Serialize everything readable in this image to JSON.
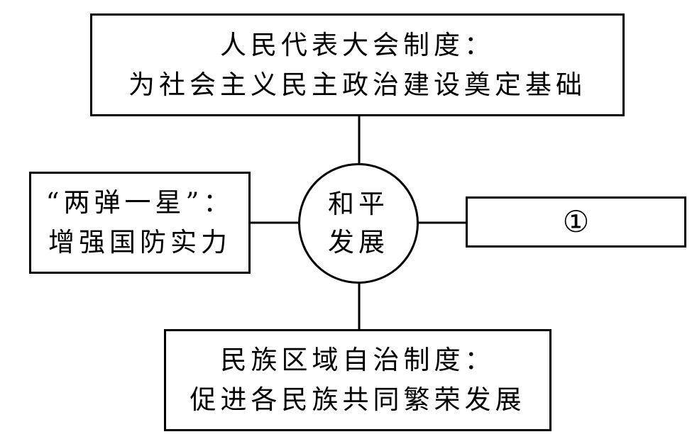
{
  "diagram": {
    "center": {
      "lines": [
        "和平",
        "发展"
      ]
    },
    "nodes": {
      "top": {
        "lines": [
          "人民代表大会制度：",
          "为社会主义民主政治建设奠定基础"
        ]
      },
      "left": {
        "lines": [
          "“两弹一星”：",
          "增强国防实力"
        ]
      },
      "right": {
        "lines": [
          "①"
        ]
      },
      "bottom": {
        "lines": [
          "民族区域自治制度：",
          "促进各民族共同繁荣发展"
        ]
      }
    },
    "edges": [
      {
        "from": "center",
        "to": "top"
      },
      {
        "from": "center",
        "to": "left"
      },
      {
        "from": "center",
        "to": "right"
      },
      {
        "from": "center",
        "to": "bottom"
      }
    ]
  }
}
